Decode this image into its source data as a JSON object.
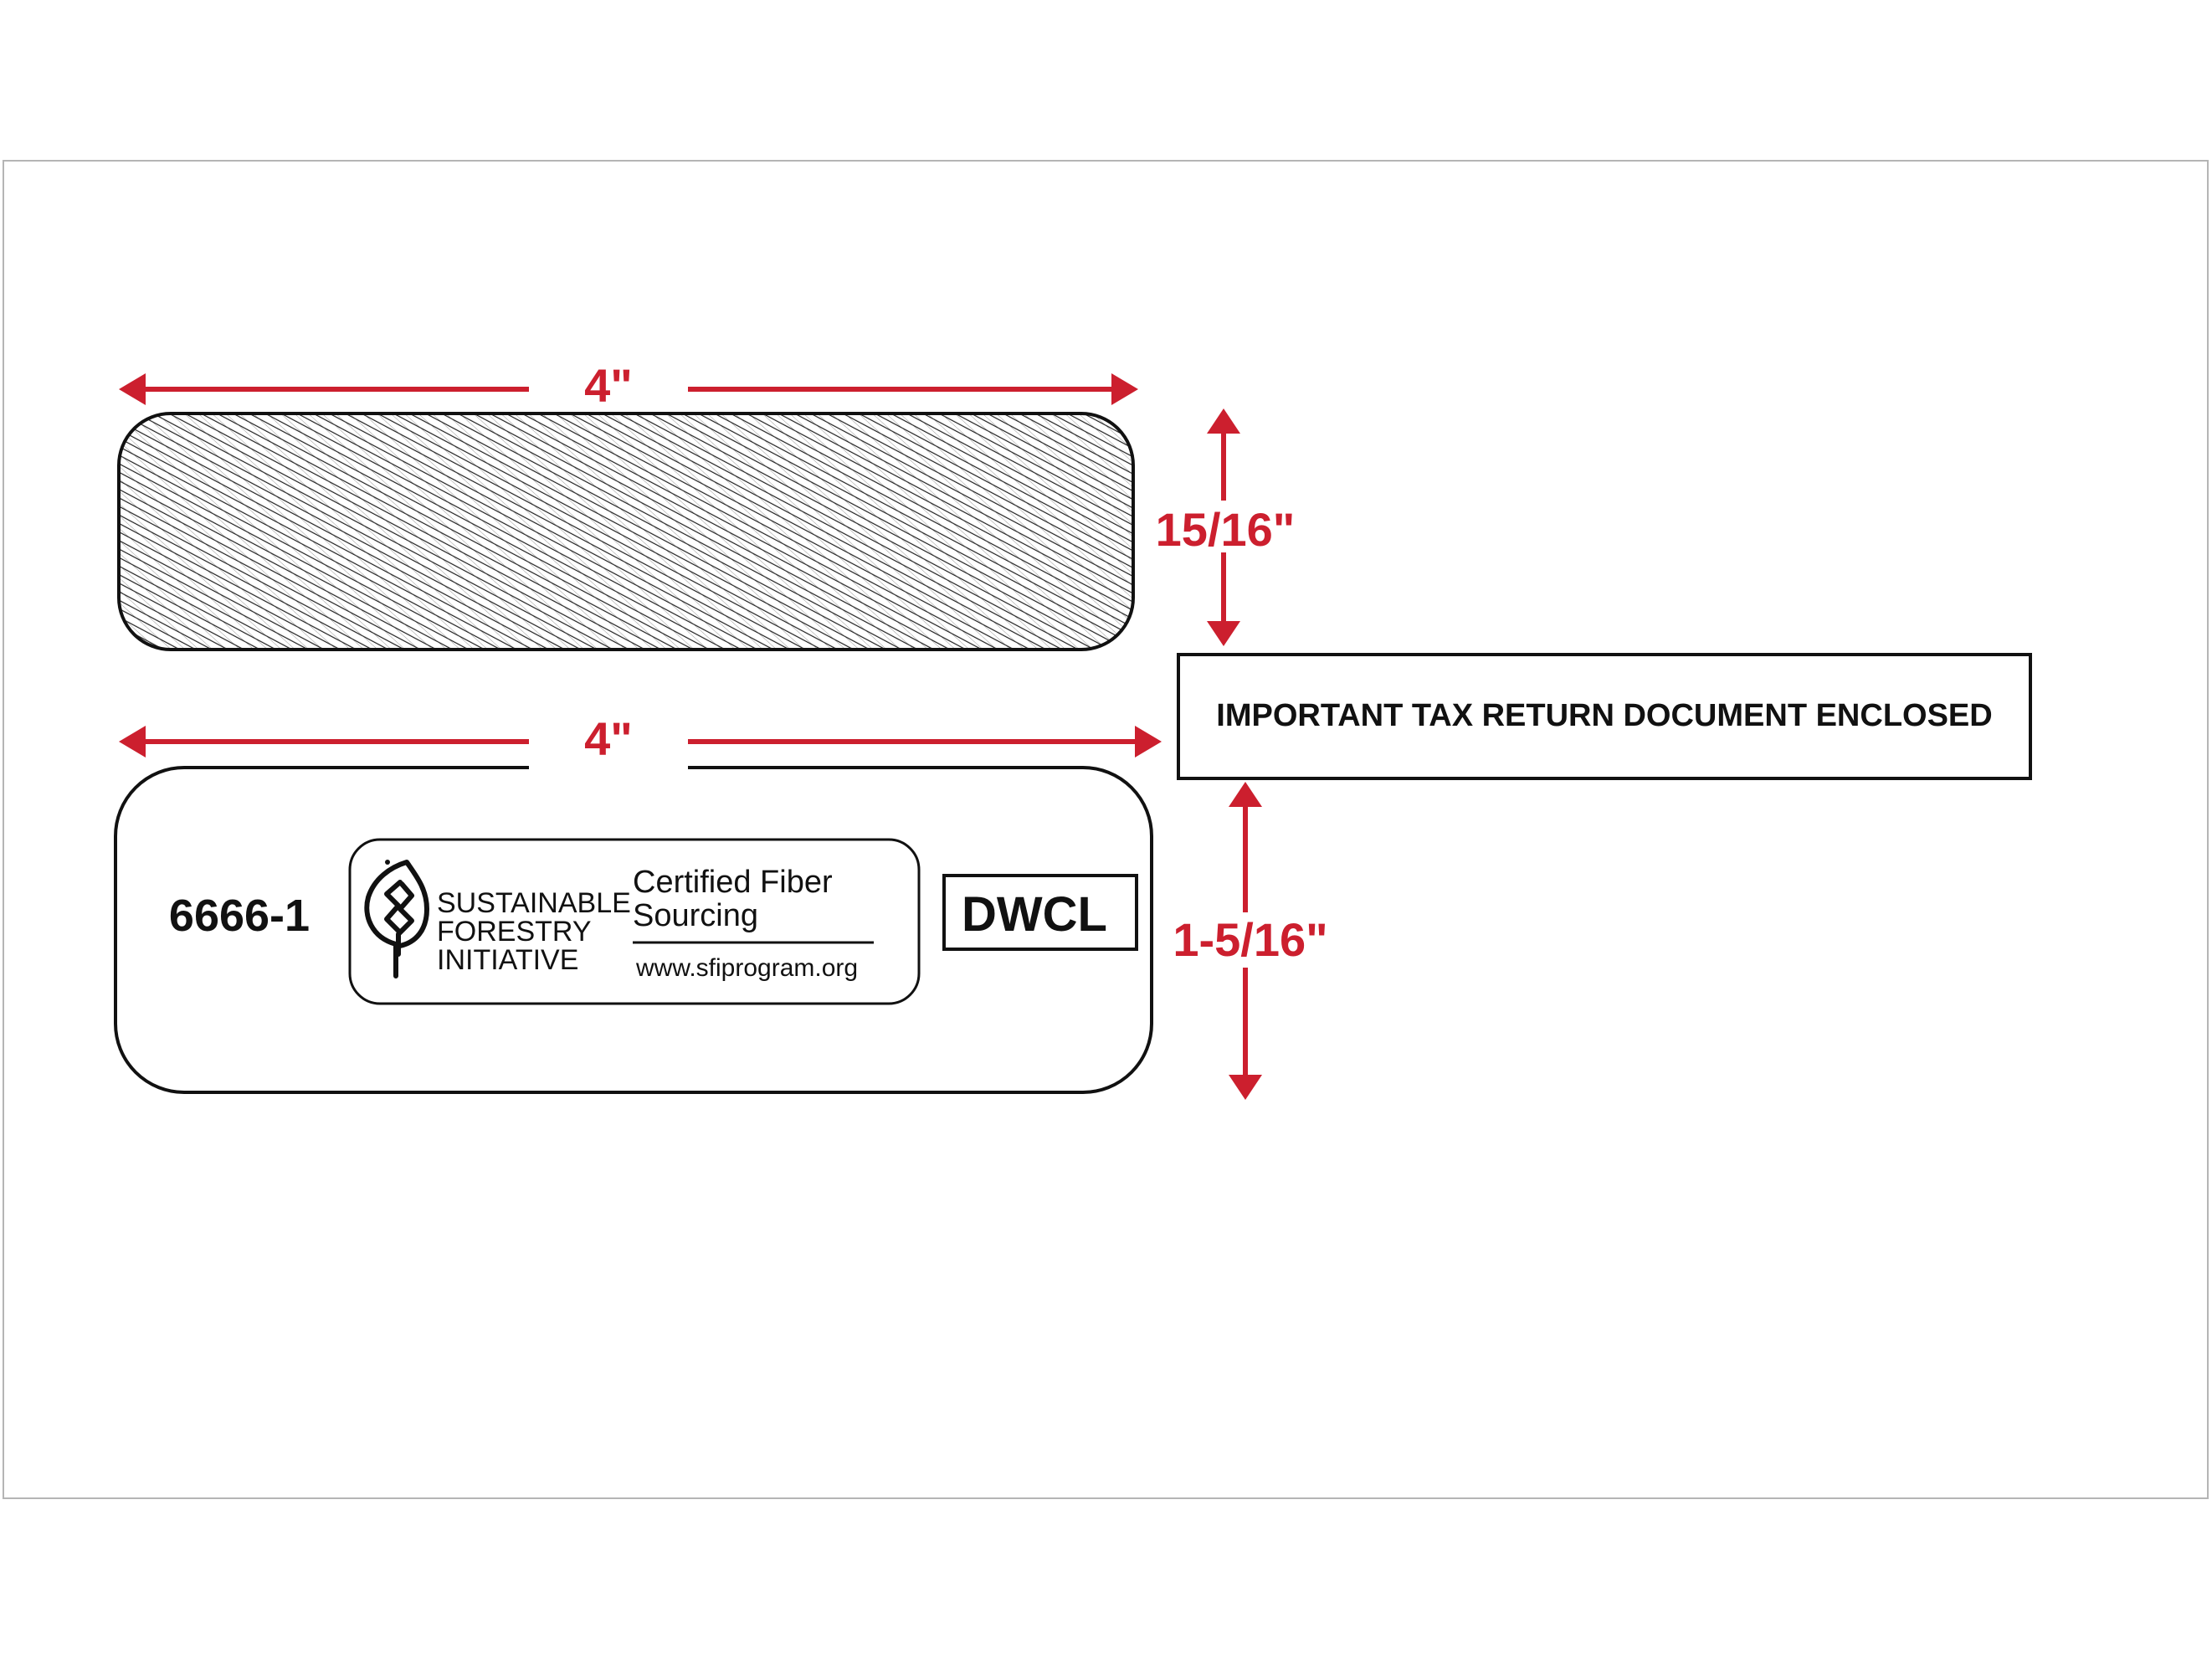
{
  "colors": {
    "dimension": "#cc1f2e",
    "outline": "#111111",
    "sheet_border": "#b5b5b5"
  },
  "top_window": {
    "width_label": "4\"",
    "height_label": "15/16\""
  },
  "bottom_window": {
    "width_label": "4\"",
    "height_label": "1-5/16\"",
    "product_code": "6666-1",
    "logo": {
      "icon": "sfi-tree-leaf-icon",
      "name_lines": [
        "SUSTAINABLE",
        "FORESTRY",
        "INITIATIVE"
      ],
      "certified_lines": [
        "Certified Fiber",
        "Sourcing"
      ],
      "url": "www.sfiprogram.org"
    },
    "style_code": "DWCL"
  },
  "notice": {
    "text": "IMPORTANT TAX RETURN DOCUMENT ENCLOSED"
  }
}
